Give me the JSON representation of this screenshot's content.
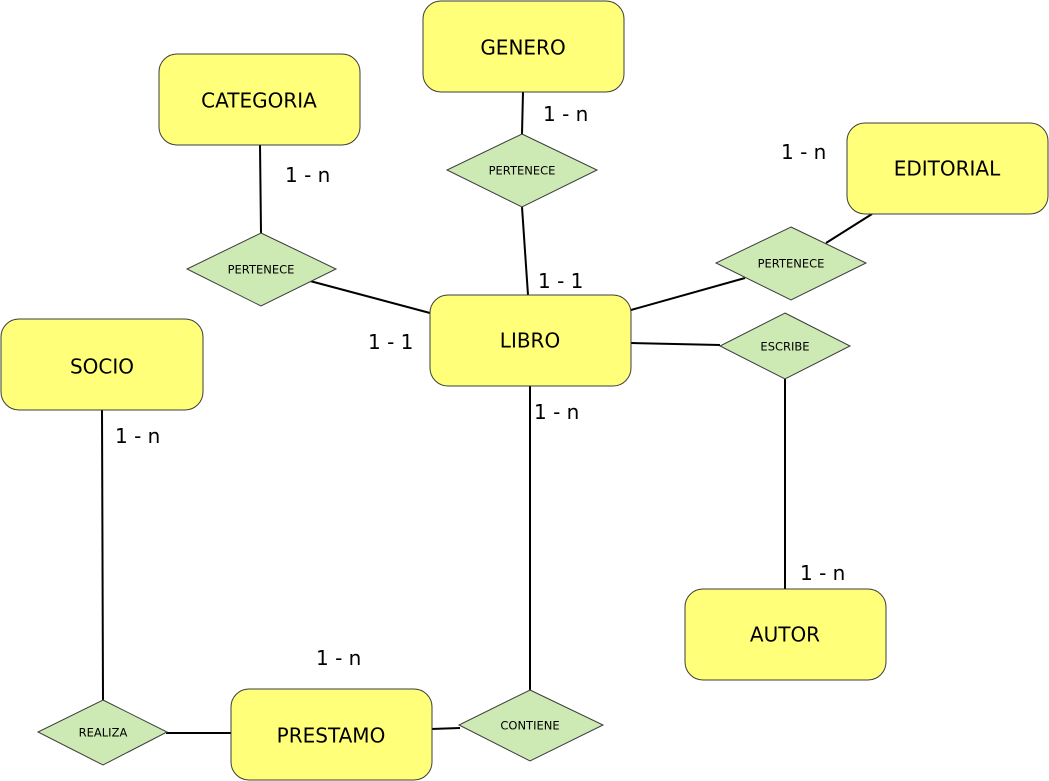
{
  "entities": {
    "genero": "GENERO",
    "categoria": "CATEGORIA",
    "editorial": "EDITORIAL",
    "libro": "LIBRO",
    "socio": "SOCIO",
    "autor": "AUTOR",
    "prestamo": "PRESTAMO"
  },
  "relationships": {
    "pertenece_genero": "PERTENECE",
    "pertenece_categoria": "PERTENECE",
    "pertenece_editorial": "PERTENECE",
    "escribe": "ESCRIBE",
    "realiza": "REALIZA",
    "contiene": "CONTIENE"
  },
  "cardinalities": {
    "genero": "1 - n",
    "categoria": "1 - n",
    "editorial": "1 - n",
    "libro_top": "1 - 1",
    "libro_left": "1 - 1",
    "libro_bottom": "1 - n",
    "socio": "1 - n",
    "autor": "1 - n",
    "prestamo": "1 - n"
  },
  "colors": {
    "entity_fill": "#ffff7a",
    "relationship_fill": "#cdeab4",
    "edge": "#000000"
  }
}
